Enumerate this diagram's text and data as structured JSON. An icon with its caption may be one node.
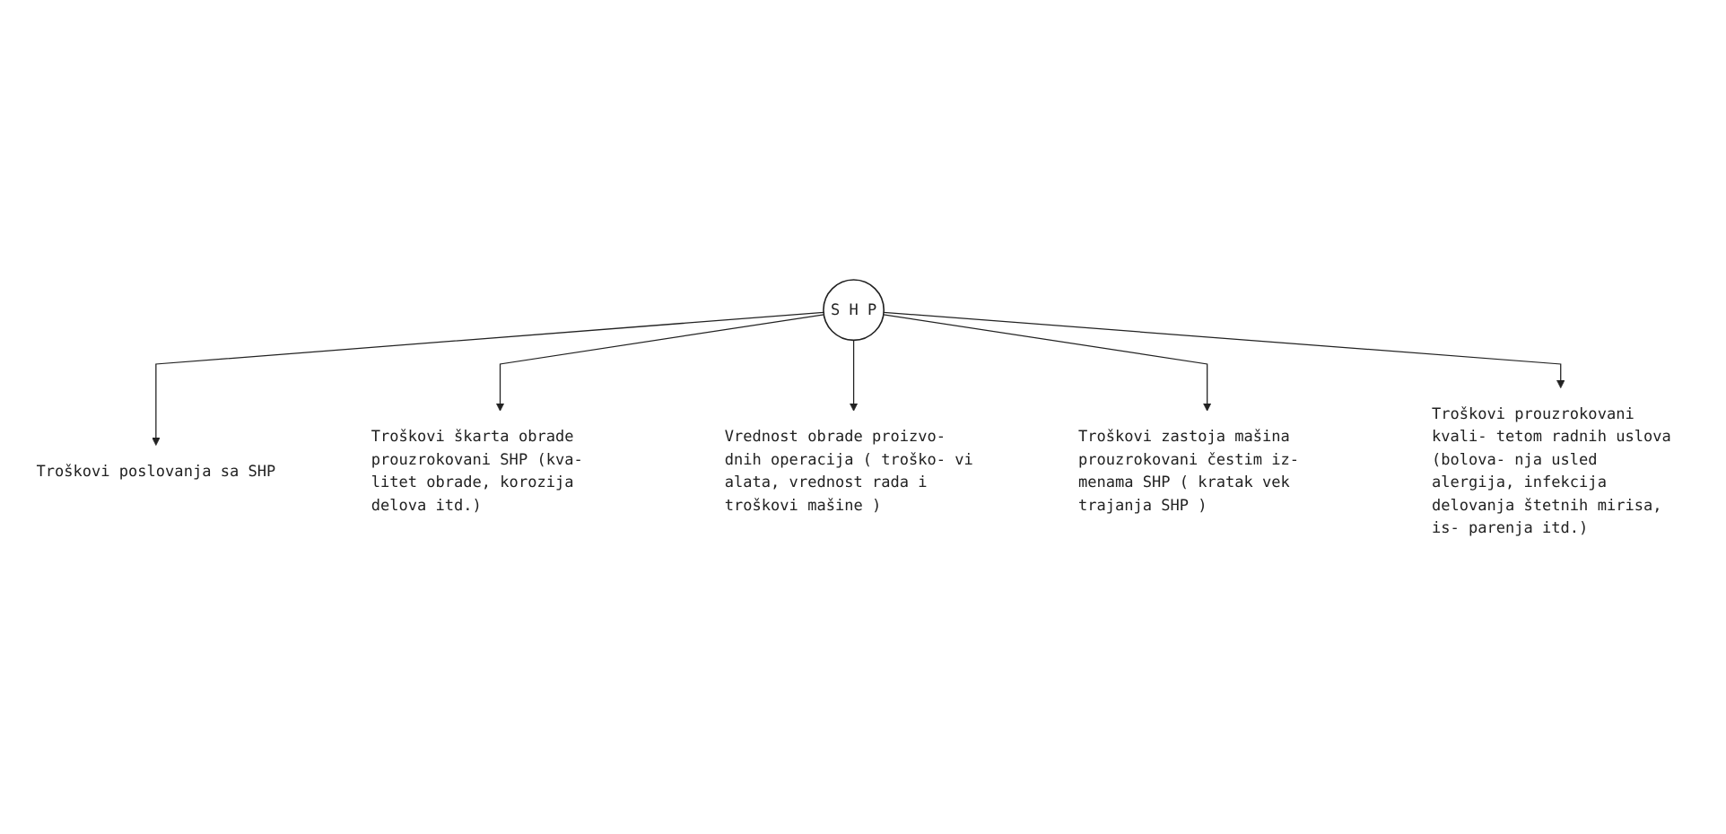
{
  "diagram": {
    "nodes": [
      {
        "text": [
          "Troškovi poslovanja sa SHP"
        ]
      },
      {
        "text": [
          "Troškovi škarta obrade prouzrokovani SHP (kva- litet obrade, korozija delova itd.)"
        ]
      },
      {
        "text": [
          "S H P"
        ]
      },
      {
        "text": [
          "Vrednost obrade proizvo- dnih operacija ( troško- vi alata, vrednost rada i troškovi mašine )"
        ]
      },
      {
        "text": [
          "Troškovi zastoja mašina prouzrokovani čestim iz- menama SHP ( kratak vek trajanja SHP )"
        ]
      },
      {
        "text": [
          "Troškovi prouzrokovani kvali- tetom radnih uslova (bolova- nja usled alergija, infekcija delovanja štetnih mirisa, is- parenja itd.)"
        ]
      }
    ],
    "edges": [
      {
        "from": 2,
        "to": 0,
        "arrow": "to"
      },
      {
        "from": 2,
        "to": 1,
        "arrow": "to"
      },
      {
        "from": 2,
        "to": 3,
        "arrow": "to"
      },
      {
        "from": 2,
        "to": 4,
        "arrow": "to"
      },
      {
        "from": 2,
        "to": 5,
        "arrow": "to"
      }
    ]
  }
}
